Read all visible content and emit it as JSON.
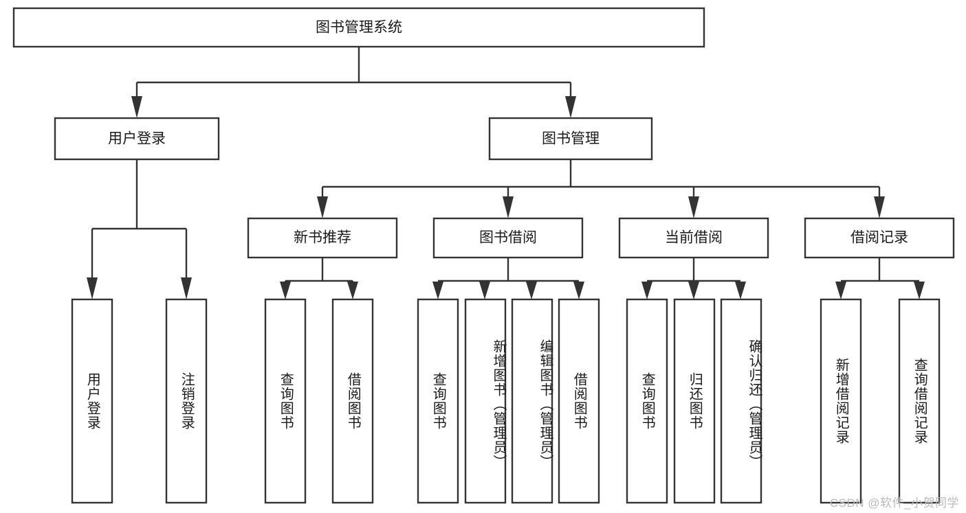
{
  "diagram": {
    "type": "tree-hierarchy",
    "title": "图书管理系统",
    "watermark": "CSDN @软件_小贺同学",
    "colors": {
      "stroke": "#333333",
      "fill": "#ffffff",
      "text": "#1a1a1a",
      "watermark": "#b9b9b9",
      "background": "#ffffff"
    },
    "levels": {
      "level1": [
        {
          "id": "root",
          "label": "图书管理系统",
          "orientation": "horizontal"
        }
      ],
      "level2": [
        {
          "id": "user-login",
          "label": "用户登录",
          "orientation": "horizontal",
          "parent": "root"
        },
        {
          "id": "book-manage",
          "label": "图书管理",
          "orientation": "horizontal",
          "parent": "root"
        }
      ],
      "level3": [
        {
          "id": "new-book-rec",
          "label": "新书推荐",
          "orientation": "horizontal",
          "parent": "book-manage"
        },
        {
          "id": "book-borrow",
          "label": "图书借阅",
          "orientation": "horizontal",
          "parent": "book-manage"
        },
        {
          "id": "current-borrow",
          "label": "当前借阅",
          "orientation": "horizontal",
          "parent": "book-manage"
        },
        {
          "id": "borrow-record",
          "label": "借阅记录",
          "orientation": "horizontal",
          "parent": "book-manage"
        }
      ],
      "level4": [
        {
          "id": "leaf-user-login",
          "label": "用户登录",
          "orientation": "vertical",
          "parent": "user-login"
        },
        {
          "id": "leaf-logout",
          "label": "注销登录",
          "orientation": "vertical",
          "parent": "user-login"
        },
        {
          "id": "leaf-query-book-1",
          "label": "查询图书",
          "orientation": "vertical",
          "parent": "new-book-rec"
        },
        {
          "id": "leaf-borrow-book-1",
          "label": "借阅图书",
          "orientation": "vertical",
          "parent": "new-book-rec"
        },
        {
          "id": "leaf-query-book-2",
          "label": "查询图书",
          "orientation": "vertical",
          "parent": "book-borrow"
        },
        {
          "id": "leaf-add-book",
          "label": "新增图书（管理员）",
          "orientation": "vertical",
          "parent": "book-borrow"
        },
        {
          "id": "leaf-edit-book",
          "label": "编辑图书（管理员）",
          "orientation": "vertical",
          "parent": "book-borrow"
        },
        {
          "id": "leaf-borrow-book-2",
          "label": "借阅图书",
          "orientation": "vertical",
          "parent": "book-borrow"
        },
        {
          "id": "leaf-query-book-3",
          "label": "查询图书",
          "orientation": "vertical",
          "parent": "current-borrow"
        },
        {
          "id": "leaf-return-book",
          "label": "归还图书",
          "orientation": "vertical",
          "parent": "current-borrow"
        },
        {
          "id": "leaf-confirm-return",
          "label": "确认归还（管理员）",
          "orientation": "vertical",
          "parent": "current-borrow"
        },
        {
          "id": "leaf-add-record",
          "label": "新增借阅记录",
          "orientation": "vertical",
          "parent": "borrow-record"
        },
        {
          "id": "leaf-query-record",
          "label": "查询借阅记录",
          "orientation": "vertical",
          "parent": "borrow-record"
        }
      ]
    }
  }
}
